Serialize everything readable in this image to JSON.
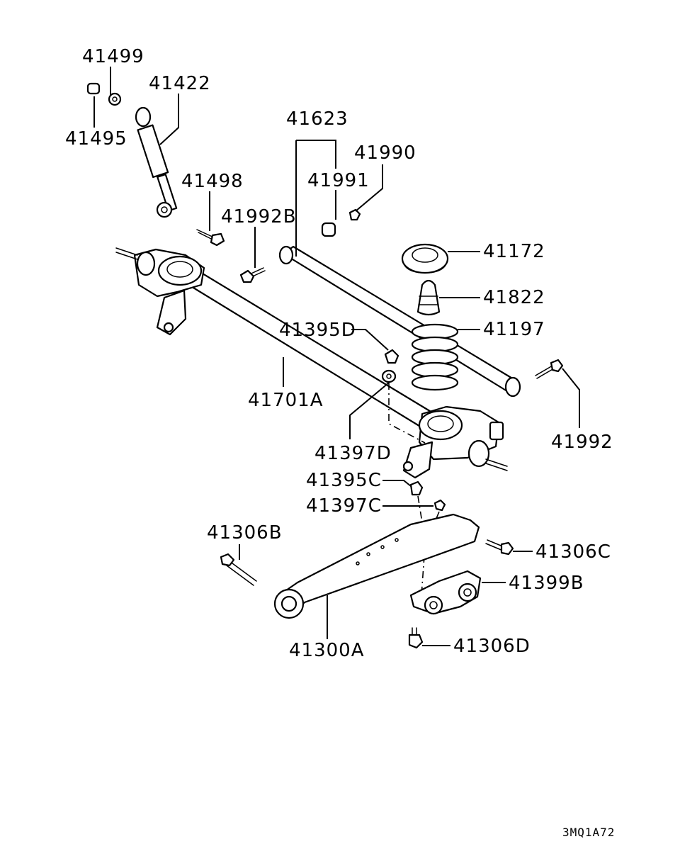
{
  "labels": {
    "p41499": "41499",
    "p41422": "41422",
    "p41495": "41495",
    "p41623": "41623",
    "p41990": "41990",
    "p41991": "41991",
    "p41498": "41498",
    "p41992B": "41992B",
    "p41172": "41172",
    "p41822": "41822",
    "p41197": "41197",
    "p41395D": "41395D",
    "p41701A": "41701A",
    "p41992": "41992",
    "p41397D": "41397D",
    "p41395C": "41395C",
    "p41397C": "41397C",
    "p41306B": "41306B",
    "p41306C": "41306C",
    "p41399B": "41399B",
    "p41300A": "41300A",
    "p41306D": "41306D"
  },
  "diagram_code": "3MQ1A72"
}
